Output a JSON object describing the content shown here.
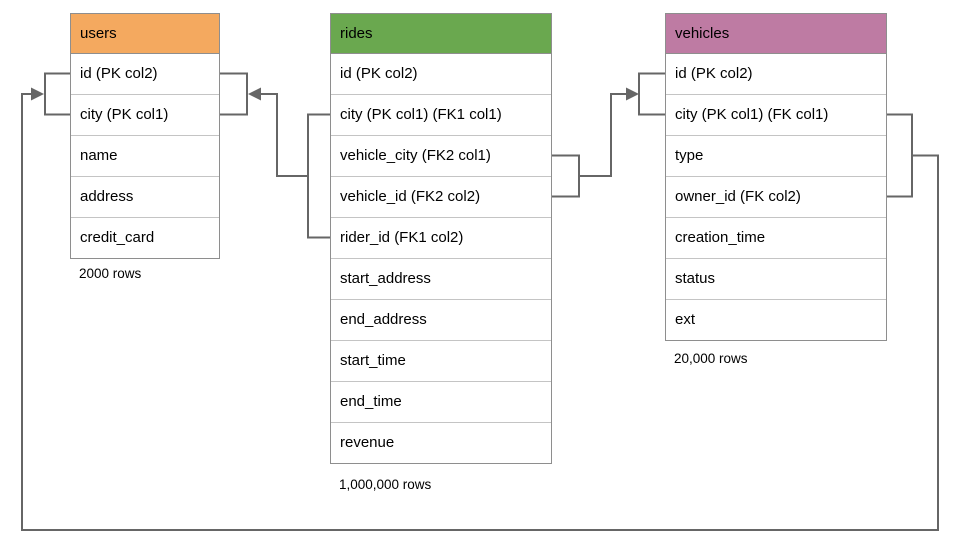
{
  "diagram": {
    "connector_color": "#666666",
    "table_border_color": "#8e8e8e",
    "row_divider_color": "#c4c4c4",
    "tables": [
      {
        "name": "users",
        "header_color": "#f4a95f",
        "columns": [
          "id (PK col2)",
          "city (PK col1)",
          "name",
          "address",
          "credit_card"
        ],
        "row_count_label": "2000 rows"
      },
      {
        "name": "rides",
        "header_color": "#6aa84f",
        "columns": [
          "id (PK col2)",
          "city (PK col1) (FK1 col1)",
          "vehicle_city (FK2 col1)",
          "vehicle_id (FK2 col2)",
          "rider_id (FK1 col2)",
          "start_address",
          "end_address",
          "start_time",
          "end_time",
          "revenue"
        ],
        "row_count_label": "1,000,000 rows"
      },
      {
        "name": "vehicles",
        "header_color": "#be7ba3",
        "columns": [
          "id (PK col2)",
          "city (PK col1) (FK col1)",
          "type",
          "owner_id (FK col2)",
          "creation_time",
          "status",
          "ext"
        ],
        "row_count_label": "20,000 rows"
      }
    ],
    "relationships": [
      {
        "name": "FK1",
        "from": "rides (city, rider_id)",
        "to": "users (id, city)"
      },
      {
        "name": "FK2",
        "from": "rides (vehicle_city, vehicle_id)",
        "to": "vehicles (id, city)"
      },
      {
        "name": "FK",
        "from": "vehicles (city, owner_id)",
        "to": "users (id, city)"
      }
    ]
  }
}
